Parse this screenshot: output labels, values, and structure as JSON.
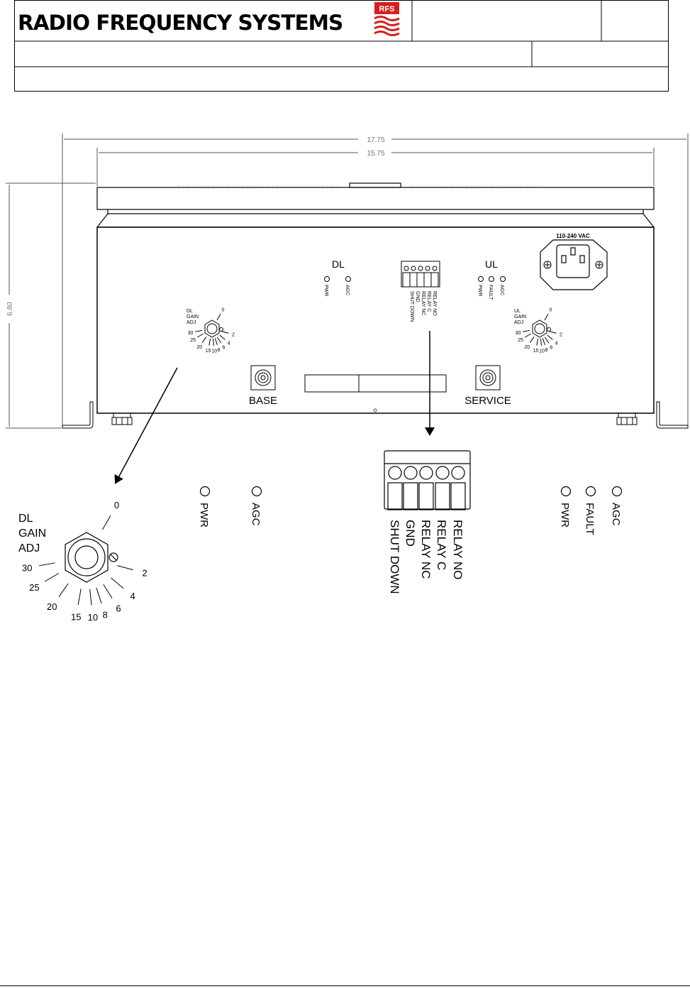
{
  "header": {
    "company": "RADIO FREQUENCY SYSTEMS",
    "logo_badge": "RFS"
  },
  "dimensions": {
    "overall_width": "17.75",
    "inner_width": "15.75",
    "height": "6.80"
  },
  "panel": {
    "power_inlet_label": "110-240 VAC",
    "dl_title": "DL",
    "ul_title": "UL",
    "dl_leds": [
      "PWR",
      "AGC"
    ],
    "ul_leds": [
      "PWR",
      "FAULT",
      "AGC"
    ],
    "terminal_labels": [
      "RELAY NO",
      "RELAY C",
      "RELAY NC",
      "GND",
      "SHUT DOWN"
    ],
    "dl_gain_label": [
      "DL",
      "GAIN",
      "ADJ"
    ],
    "ul_gain_label": [
      "UL",
      "GAIN",
      "ADJ"
    ],
    "gain_scale": [
      "0",
      "2",
      "4",
      "6",
      "8",
      "10",
      "15",
      "20",
      "25",
      "30"
    ],
    "ul_gain_scale": [
      "0",
      "2",
      "4",
      "6",
      "8",
      "10",
      "15",
      "20",
      "25",
      "30"
    ],
    "base_port": "BASE",
    "service_port": "SERVICE"
  },
  "detail": {
    "dl_gain_label": [
      "DL",
      "GAIN",
      "ADJ"
    ],
    "gain_scale": [
      "0",
      "2",
      "4",
      "6",
      "8",
      "10",
      "15",
      "20",
      "25",
      "30"
    ],
    "dl_leds": [
      "PWR",
      "AGC"
    ],
    "ul_leds": [
      "PWR",
      "FAULT",
      "AGC"
    ],
    "terminal_labels": [
      "RELAY NO",
      "RELAY C",
      "RELAY NC",
      "GND",
      "SHUT DOWN"
    ]
  }
}
